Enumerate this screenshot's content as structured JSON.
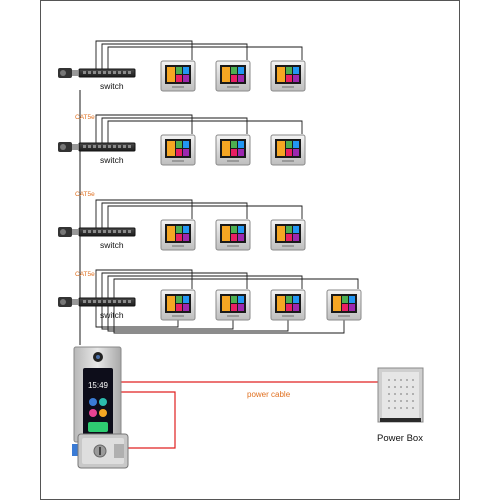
{
  "labels": {
    "switch": "switch",
    "cat5e": "CAT5e",
    "power_cable": "power cable",
    "power_box": "Power Box",
    "panel_time": "15:49"
  },
  "switch_rows": [
    {
      "label": "switch",
      "monitors": 3
    },
    {
      "label": "switch",
      "monitors": 3
    },
    {
      "label": "switch",
      "monitors": 3
    },
    {
      "label": "switch",
      "monitors": 4
    }
  ],
  "cable_links": [
    {
      "label": "CAT5e"
    },
    {
      "label": "CAT5e"
    },
    {
      "label": "CAT5e"
    }
  ],
  "colors": {
    "network_line": "#1a1a1a",
    "power_line": "#e02020",
    "cat5e_label": "#e07020",
    "power_label": "#e07020",
    "border": "#555555"
  }
}
